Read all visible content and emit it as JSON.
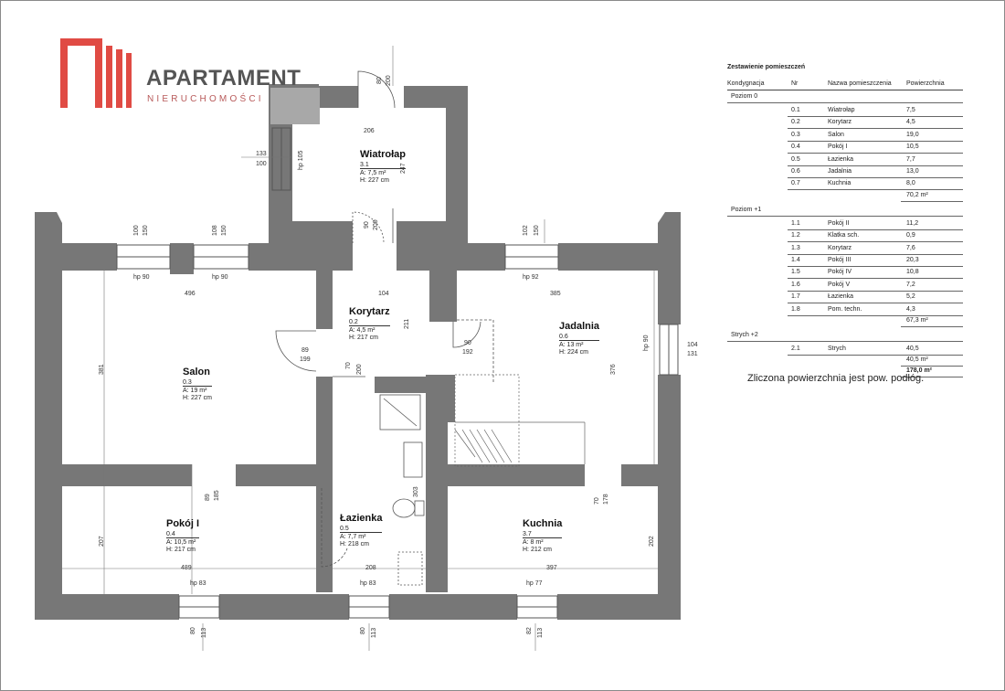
{
  "logo": {
    "title": "APARTAMENT",
    "subtitle": "NIERUCHOMOŚCI"
  },
  "rooms": {
    "wiatrolap": {
      "name": "Wiatrołap",
      "num": "3.1",
      "area": "A: 7,5 m²",
      "height": "H: 227 cm"
    },
    "korytarz": {
      "name": "Korytarz",
      "num": "0.2",
      "area": "A: 4,5 m²",
      "height": "H: 217 cm"
    },
    "jadalnia": {
      "name": "Jadalnia",
      "num": "0.6",
      "area": "A: 13 m²",
      "height": "H: 224 cm"
    },
    "salon": {
      "name": "Salon",
      "num": "0.3",
      "area": "A: 19 m²",
      "height": "H: 227 cm"
    },
    "lazienka": {
      "name": "Łazienka",
      "num": "0.5",
      "area": "A: 7,7 m²",
      "height": "H: 218 cm"
    },
    "kuchnia": {
      "name": "Kuchnia",
      "num": "3.7",
      "area": "A: 8 m²",
      "height": "H: 212 cm"
    },
    "pokoj1": {
      "name": "Pokój I",
      "num": "0.4",
      "area": "A: 10,5 m²",
      "height": "H: 217 cm"
    }
  },
  "dims": {
    "d80a": "80",
    "d200a": "200",
    "d206": "206",
    "d133": "133",
    "d100": "100",
    "hp105": "hp 105",
    "d247": "247",
    "d100a": "100",
    "d150": "150",
    "d108": "108",
    "d150b": "150",
    "d90b": "90",
    "d200b": "200",
    "d102": "102",
    "d150c": "150",
    "hp90a": "hp 90",
    "hp90b": "hp 90",
    "hp92": "hp 92",
    "d496": "496",
    "d104": "104",
    "d385": "385",
    "d211": "211",
    "d90c": "90",
    "d192": "192",
    "hp90c": "hp 90",
    "d104b": "104",
    "d131": "131",
    "d89": "89",
    "d199": "199",
    "d70": "70",
    "d200c": "200",
    "d376": "376",
    "d381": "381",
    "d303": "303",
    "d89b": "89",
    "d185": "185",
    "d70b": "70",
    "d178": "178",
    "d207": "207",
    "d202": "202",
    "d489": "489",
    "d208": "208",
    "d397": "397",
    "hp83a": "hp 83",
    "hp83b": "hp 83",
    "hp77": "hp 77",
    "d80b": "80",
    "d113a": "113",
    "d80c": "80",
    "d113b": "113",
    "d82": "82",
    "d113c": "113"
  },
  "table": {
    "title": "Zestawienie pomieszczeń",
    "headers": [
      "Kondygnacja",
      "Nr",
      "Nazwa pomieszczenia",
      "Powierzchnia"
    ],
    "levels": [
      {
        "name": "Poziom 0",
        "rows": [
          [
            "0.1",
            "Wiatrołap",
            "7,5"
          ],
          [
            "0.2",
            "Korytarz",
            "4,5"
          ],
          [
            "0.3",
            "Salon",
            "19,0"
          ],
          [
            "0.4",
            "Pokój I",
            "10,5"
          ],
          [
            "0.5",
            "Łazienka",
            "7,7"
          ],
          [
            "0.6",
            "Jadalnia",
            "13,0"
          ],
          [
            "0.7",
            "Kuchnia",
            "8,0"
          ]
        ],
        "total": "70,2 m²"
      },
      {
        "name": "Poziom +1",
        "rows": [
          [
            "1.1",
            "Pokój II",
            "11,2"
          ],
          [
            "1.2",
            "Klatka sch.",
            "0,9"
          ],
          [
            "1.3",
            "Korytarz",
            "7,6"
          ],
          [
            "1.4",
            "Pokój III",
            "20,3"
          ],
          [
            "1.5",
            "Pokój IV",
            "10,8"
          ],
          [
            "1.6",
            "Pokój V",
            "7,2"
          ],
          [
            "1.7",
            "Łazienka",
            "5,2"
          ],
          [
            "1.8",
            "Pom. techn.",
            "4,3"
          ]
        ],
        "total": "67,3 m²"
      },
      {
        "name": "Strych +2",
        "rows": [
          [
            "2.1",
            "Strych",
            "40,5"
          ]
        ],
        "total": "40,5 m²"
      }
    ],
    "grand_total": "178,0 m²",
    "note": "Zliczona powierzchnia jest pow. podłóg."
  },
  "colors": {
    "wall": "#777777",
    "logo_red": "#e04b44",
    "logo_grey": "#a8a8a8",
    "text": "#222222"
  }
}
